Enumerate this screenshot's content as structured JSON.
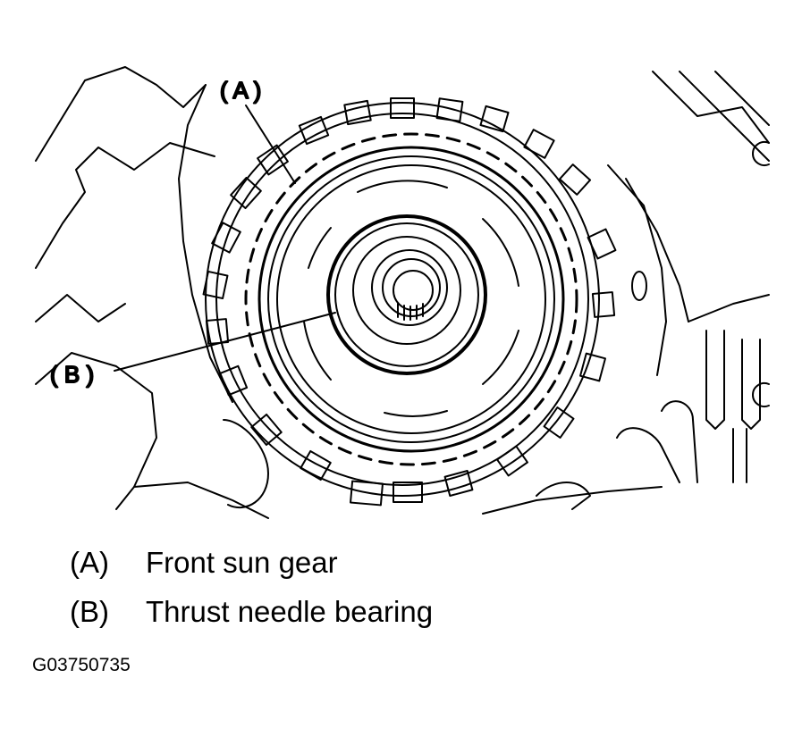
{
  "callouts": {
    "a": "( A )",
    "b": "( B )"
  },
  "legend": [
    {
      "key": "(A)",
      "label": "Front sun gear"
    },
    {
      "key": "(B)",
      "label": "Thrust needle bearing"
    }
  ],
  "figure_code": "G03750735"
}
